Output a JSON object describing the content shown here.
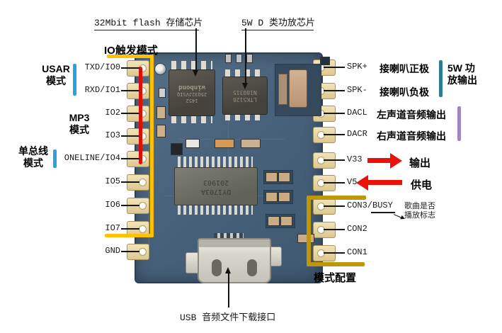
{
  "diagram": {
    "top_labels": {
      "flash": "32Mbit flash 存储芯片",
      "amp": "5W D 类功放芯片"
    },
    "left_modes": {
      "io_trigger": "IO触发模式",
      "usart": [
        "USAR",
        "模式"
      ],
      "mp3": [
        "MP3",
        "模式"
      ],
      "one_wire": [
        "单总线",
        "模式"
      ]
    },
    "left_pins": [
      {
        "label": "TXD/IO0"
      },
      {
        "label": "RXD/IO1"
      },
      {
        "label": "IO2"
      },
      {
        "label": "IO3"
      },
      {
        "label": "ONELINE/IO4"
      },
      {
        "label": "IO5"
      },
      {
        "label": "IO6"
      },
      {
        "label": "IO7"
      },
      {
        "label": "GND"
      }
    ],
    "right_pins": [
      {
        "label": "SPK+",
        "desc": "接喇叭正极"
      },
      {
        "label": "SPK-",
        "desc": "接喇叭负极"
      },
      {
        "label": "DACL",
        "desc": "左声道音频输出"
      },
      {
        "label": "DACR",
        "desc": "右声道音频输出"
      },
      {
        "label": "V33",
        "desc": "输出"
      },
      {
        "label": "V5",
        "desc": "供电"
      },
      {
        "label": "CON3/BUSY",
        "desc": ""
      },
      {
        "label": "CON2",
        "desc": ""
      },
      {
        "label": "CON1",
        "desc": ""
      }
    ],
    "right_groups": {
      "amp_output": [
        "5W 功",
        "放输出"
      ],
      "busy_note": [
        "歌曲是否",
        "播放标志"
      ],
      "mode_config": "模式配置"
    },
    "bottom_label": "USB 音频文件下载接口",
    "chip_markings": {
      "flash": [
        "1452",
        "25Q32JVSIQ",
        "winbond"
      ],
      "amp": [
        "LTK5128",
        "N180315"
      ],
      "mcu": [
        "DY1703A",
        "201903"
      ]
    },
    "colors": {
      "bracket_yellow": "#ffc104",
      "bracket_gold": "#bd9707",
      "line_red": "#e8120a",
      "bar_blue": "#2aa3dd",
      "bar_teal": "#2d7e90",
      "bar_purple": "#9e87c6",
      "pcb_blue": "#4a6480"
    }
  }
}
